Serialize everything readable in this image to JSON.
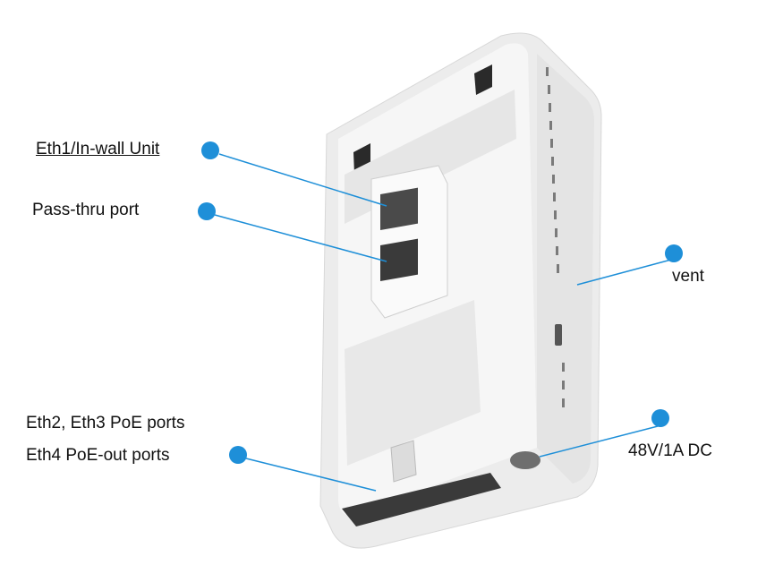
{
  "labels": {
    "eth1": "Eth1/In-wall Unit",
    "pass_thru": "Pass-thru port",
    "vent": "vent",
    "eth23": "Eth2, Eth3 PoE ports",
    "eth4": "Eth4 PoE-out ports",
    "dc": "48V/1A DC"
  },
  "colors": {
    "callout": "#1e8fd8",
    "device": "#f1f1f1",
    "port": "#3a3a3a"
  }
}
